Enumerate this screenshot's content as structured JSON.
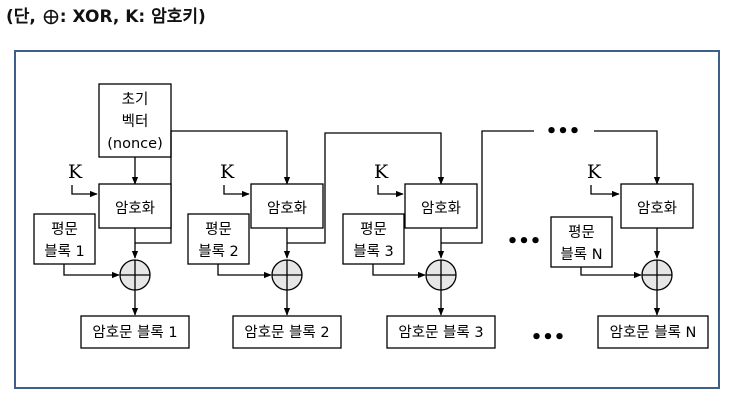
{
  "caption": {
    "prefix": "(단,",
    "suffix": ": XOR,  K: 암호키)"
  },
  "iv_box": {
    "lines": [
      "초기",
      "벡터",
      "(nonce)"
    ]
  },
  "key_label": "K",
  "encrypt_label": "암호화",
  "ellipsis": "•••",
  "stages": [
    {
      "plain_lines": [
        "평문",
        "블록 1"
      ],
      "cipher": "암호문 블록 1"
    },
    {
      "plain_lines": [
        "평문",
        "블록 2"
      ],
      "cipher": "암호문 블록 2"
    },
    {
      "plain_lines": [
        "평문",
        "블록 3"
      ],
      "cipher": "암호문 블록 3"
    },
    {
      "plain_lines": [
        "평문",
        "블록 N"
      ],
      "cipher": "암호문 블록 N"
    }
  ]
}
